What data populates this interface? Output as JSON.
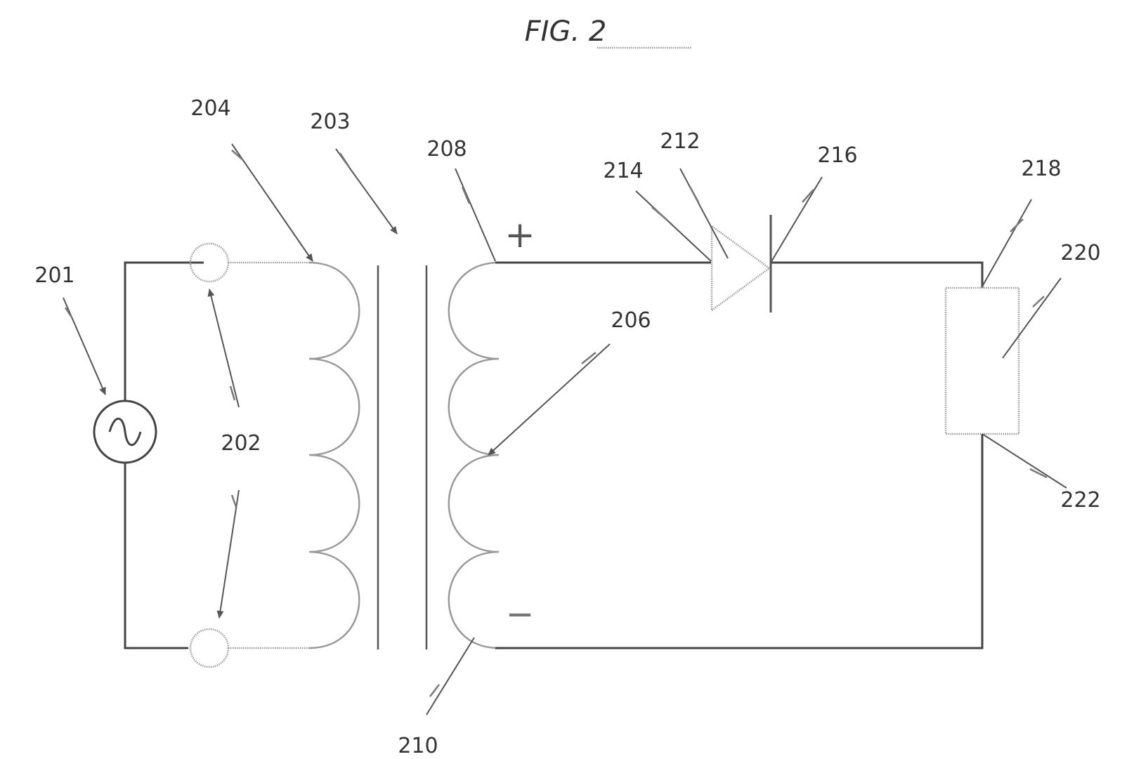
{
  "figure": {
    "title": "FIG. 2",
    "polarity": {
      "positive": "+",
      "negative": "—"
    }
  },
  "references": {
    "source": "201",
    "terminals": "202",
    "core": "203",
    "primary_coil": "204",
    "secondary_tap": "206",
    "secondary_top": "208",
    "secondary_bottom": "210",
    "diode": "212",
    "diode_anode": "214",
    "diode_cathode": "216",
    "load_top": "218",
    "load": "220",
    "load_bottom": "222"
  },
  "components": [
    {
      "name": "ac-source",
      "symbol": "sine-wave"
    },
    {
      "name": "terminal-top",
      "symbol": "circle"
    },
    {
      "name": "terminal-bottom",
      "symbol": "circle"
    },
    {
      "name": "primary-winding",
      "turns": 4
    },
    {
      "name": "transformer-core",
      "lines": 2
    },
    {
      "name": "secondary-winding",
      "turns": 4
    },
    {
      "name": "diode",
      "symbol": "triangle-bar"
    },
    {
      "name": "load-resistor",
      "symbol": "rectangle"
    }
  ]
}
